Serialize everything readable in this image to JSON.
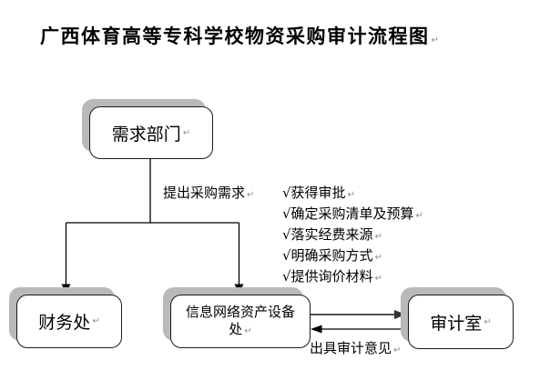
{
  "title": {
    "text": "广西体育高等专科学校物资采购审计流程图"
  },
  "marks": {
    "return": "↵"
  },
  "nodes": {
    "demand": {
      "label": "需求部门"
    },
    "finance": {
      "label": "财务处"
    },
    "network": {
      "lines": [
        "信息网络资产设备",
        "处"
      ]
    },
    "audit": {
      "label": "审计室"
    }
  },
  "edges": {
    "propose_label": "提出采购需求",
    "audit_opinion_label": "出具审计意见"
  },
  "checklist": {
    "items": [
      "√获得审批",
      "√确定采购清单及预算",
      "√落实经费来源",
      "√明确采购方式",
      "√提供询价材料"
    ]
  },
  "colors": {
    "box_shadow": "#b9b9b9",
    "box_border": "#1a1a1a",
    "line": "#000000",
    "gray_arrow": "#4d4d4d",
    "paragraph_mark": "#8c8c8c"
  }
}
